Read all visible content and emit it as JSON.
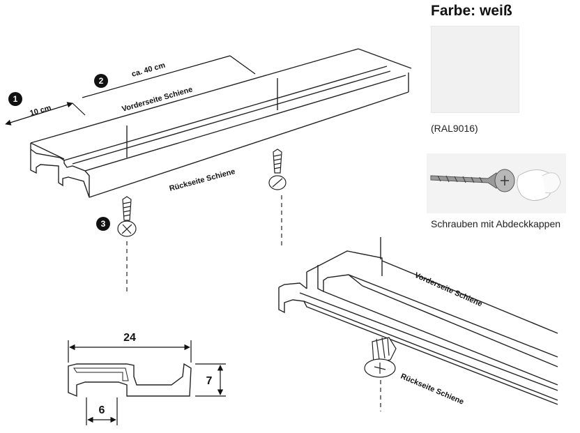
{
  "info": {
    "color_title": "Farbe: weiß",
    "color_code": "(RAL9016)",
    "swatch_color": "#f1f1f1",
    "screws_caption": "Schrauben mit Abdeckkappen"
  },
  "rail_top": {
    "step1": {
      "num": "1",
      "label": "10 cm"
    },
    "step2": {
      "num": "2",
      "label": "ca. 40 cm"
    },
    "step3": {
      "num": "3"
    },
    "front_label": "Vorderseite Schiene",
    "back_label": "Rückseite Schiene"
  },
  "profile": {
    "width_label": "24",
    "height_label": "7",
    "slot_label": "6"
  },
  "detail": {
    "front_label": "Vorderseite Schiene",
    "back_label": "Rückseite Schiene"
  },
  "icons": [
    "screw-icon",
    "screw-with-cap-photo",
    "badge-icon"
  ]
}
